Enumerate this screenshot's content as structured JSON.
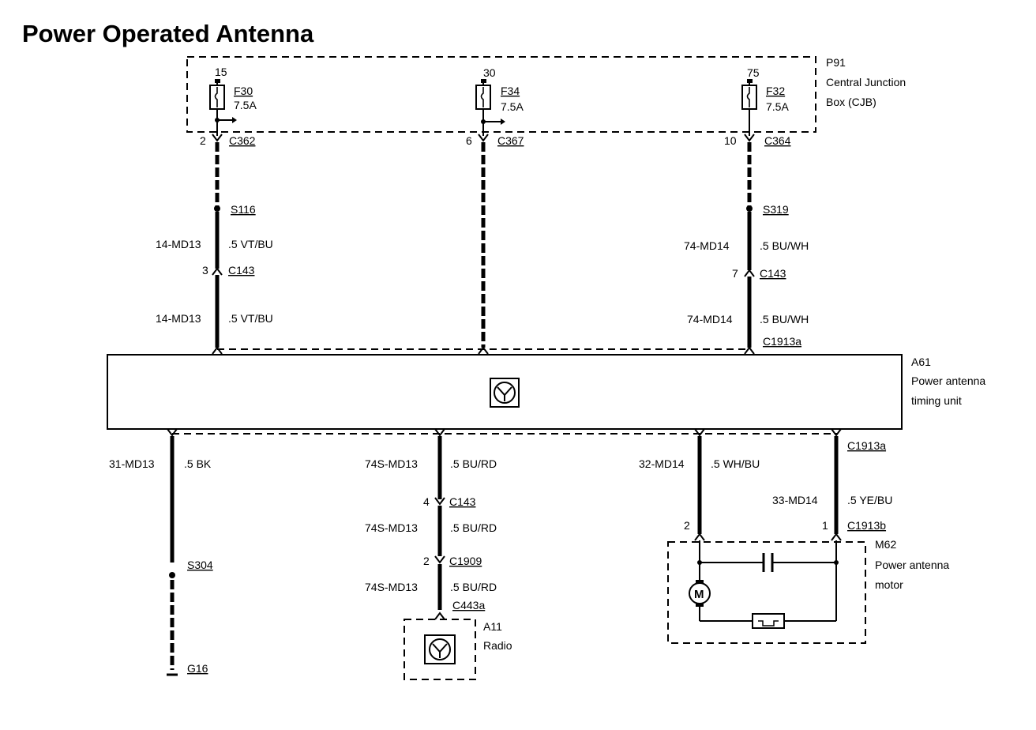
{
  "title": "Power Operated Antenna",
  "cjb": {
    "id": "P91",
    "name_line1": "Central Junction",
    "name_line2": "Box (CJB)",
    "fuses": [
      {
        "pin": "15",
        "id": "F30",
        "rating": "7.5A",
        "connector_pin": "2",
        "connector": "C362"
      },
      {
        "pin": "30",
        "id": "F34",
        "rating": "7.5A",
        "connector_pin": "6",
        "connector": "C367"
      },
      {
        "pin": "75",
        "id": "F32",
        "rating": "7.5A",
        "connector_pin": "10",
        "connector": "C364"
      }
    ]
  },
  "upper_left": {
    "splice": "S116",
    "wire1_code": "14-MD13",
    "wire1_spec": ".5 VT/BU",
    "conn_pin": "3",
    "conn": "C143",
    "wire2_code": "14-MD13",
    "wire2_spec": ".5 VT/BU"
  },
  "upper_right": {
    "splice": "S319",
    "wire1_code": "74-MD14",
    "wire1_spec": ".5 BU/WH",
    "conn_pin": "7",
    "conn": "C143",
    "wire2_code": "74-MD14",
    "wire2_spec": ".5 BU/WH",
    "module_conn": "C1913a"
  },
  "module": {
    "id": "A61",
    "name_line1": "Power antenna",
    "name_line2": "timing unit"
  },
  "ground": {
    "wire_code": "31-MD13",
    "wire_spec": ".5 BK",
    "splice": "S304",
    "ground": "G16"
  },
  "radio_feed": {
    "wire1_code": "74S-MD13",
    "wire1_spec": ".5 BU/RD",
    "conn1_pin": "4",
    "conn1": "C143",
    "wire2_code": "74S-MD13",
    "wire2_spec": ".5 BU/RD",
    "conn2_pin": "2",
    "conn2": "C1909",
    "wire3_code": "74S-MD13",
    "wire3_spec": ".5 BU/RD",
    "radio_conn": "C443a"
  },
  "radio": {
    "id": "A11",
    "name": "Radio"
  },
  "motor_feed": {
    "wire1_code": "32-MD14",
    "wire1_spec": ".5 WH/BU",
    "module_conn": "C1913a",
    "wire2_code": "33-MD14",
    "wire2_spec": ".5 YE/BU",
    "pin_left": "2",
    "pin_right": "1",
    "motor_conn": "C1913b"
  },
  "motor": {
    "id": "M62",
    "name_line1": "Power antenna",
    "name_line2": "motor",
    "symbol": "M"
  }
}
